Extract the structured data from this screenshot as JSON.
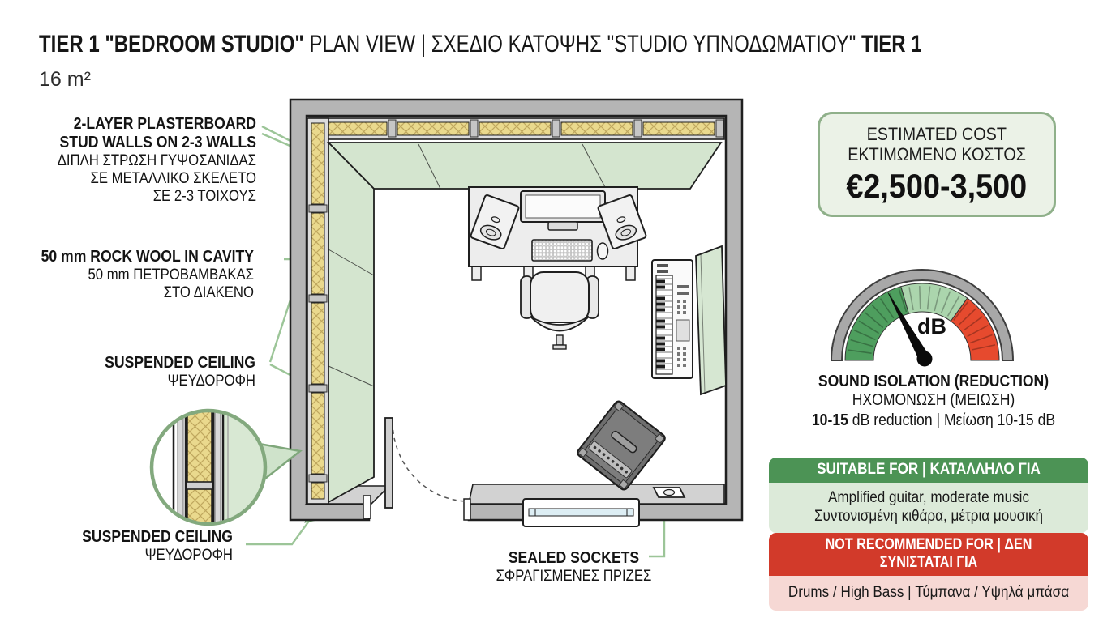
{
  "title": {
    "bold1": "TIER 1 \"BEDROOM STUDIO\"",
    "regular": " PLAN VIEW | ΣΧΕΔΙΟ ΚΑΤΟΨΗΣ \"STUDIO ΥΠΝΟΔΩΜΑΤΙΟΥ\" ",
    "bold2": "TIER 1",
    "area": "16 m²"
  },
  "labels": {
    "plasterboard": {
      "en1": "2-LAYER PLASTERBOARD",
      "en2": "STUD WALLS ON 2-3 WALLS",
      "gr1": "ΔΙΠΛΗ ΣΤΡΩΣΗ ΓΥΨΟΣΑΝΙΔΑΣ",
      "gr2": "ΣΕ ΜΕΤΑΛΛΙΚΟ ΣΚΕΛΕΤΟ",
      "gr3": "ΣΕ 2-3 ΤΟΙΧΟΥΣ"
    },
    "rockwool": {
      "en": "50 mm ROCK WOOL IN CAVITY",
      "gr1": "50 mm ΠΕΤΡΟΒΑΜΒΑΚΑΣ",
      "gr2": "ΣΤΟ ΔΙΑΚΕΝΟ"
    },
    "ceiling_upper": {
      "en": "SUSPENDED CEILING",
      "gr": "ΨΕΥΔΟΡΟΦΗ"
    },
    "ceiling_lower": {
      "en": "SUSPENDED CEILING",
      "gr": "ΨΕΥΔΟΡΟΦΗ"
    },
    "sockets": {
      "en": "SEALED SOCKETS",
      "gr": "ΣΦΡΑΓΙΣΜΕΝΕΣ ΠΡΙΖΕΣ"
    }
  },
  "cost": {
    "en": "ESTIMATED COST",
    "gr": "ΕΚΤΙΜΩΜΕΝΟ ΚΟΣΤΟΣ",
    "value": "€2,500-3,500"
  },
  "gauge": {
    "unit": "dB",
    "title_en": "SOUND ISOLATION (REDUCTION)",
    "title_gr": "ΗΧΟΜΟΝΩΣΗ (ΜΕΙΩΣΗ)",
    "value_bold": "10-15",
    "value_rest": " dB reduction | Μείωση 10-15 dB"
  },
  "suitable": {
    "header": "SUITABLE FOR | ΚΑΤΑΛΛΗΛΟ ΓΙΑ",
    "en": "Amplified guitar, moderate music",
    "gr": "Συντονισμένη κιθάρα, μέτρια μουσική"
  },
  "not_recommended": {
    "header": "NOT RECOMMENDED FOR | ΔΕΝ ΣΥΝΙΣΤΑΤΑΙ ΓΙΑ",
    "en": "Drums / High Bass | Τύμπανα / Υψηλά μπάσα"
  },
  "colors": {
    "leader_green": "#9cc598",
    "ceiling_band_green": "#d4e5cf",
    "insulation_yellow": "#ead98d",
    "wall_gray": "#b5b5b5",
    "cost_box_bg": "#ebf2e7",
    "cost_box_border": "#8fb08a",
    "gauge_green": "#4e9e5e",
    "gauge_light_green": "#abd5ad",
    "gauge_red": "#e64a2e",
    "suitable_header": "#4c9355",
    "suitable_body": "#dcead9",
    "warning_header": "#d23a2a",
    "warning_body": "#f6d8d4"
  }
}
